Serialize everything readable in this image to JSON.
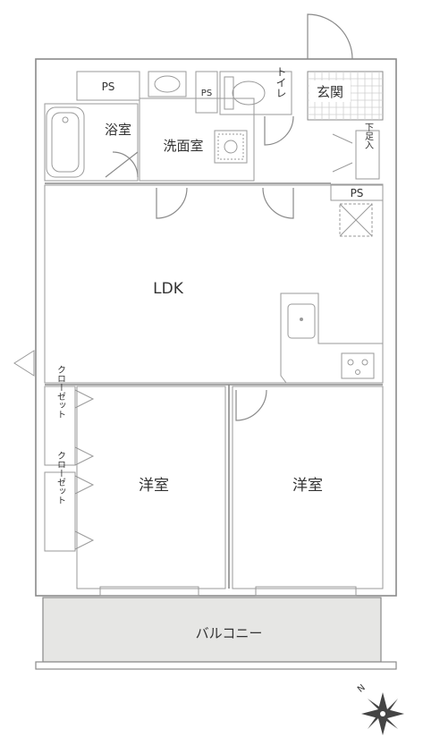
{
  "rooms": {
    "ldk": "LDK",
    "western_room_left": "洋室",
    "western_room_right": "洋室",
    "bathroom": "浴室",
    "washroom": "洗面室",
    "toilet": "トイレ",
    "entrance": "玄関",
    "shoe_storage": "下足入",
    "balcony": "バルコニー",
    "closet_upper": "クローゼット",
    "closet_lower": "クローゼット"
  },
  "labels": {
    "ps_bath": "PS",
    "ps_toilet": "PS",
    "ps_entry": "PS"
  },
  "compass": {
    "north_label": "N"
  },
  "colors": {
    "ldk_floor": "#f9ede5",
    "room_floor": "#f9ede5",
    "wet_floor": "#e6edf5",
    "closet_fill": "#ecdcc0",
    "balcony_fill": "#e6e6e4",
    "entrance_tile": "#cfcfcf",
    "wall": "#8a8a8a",
    "text": "#333333"
  }
}
